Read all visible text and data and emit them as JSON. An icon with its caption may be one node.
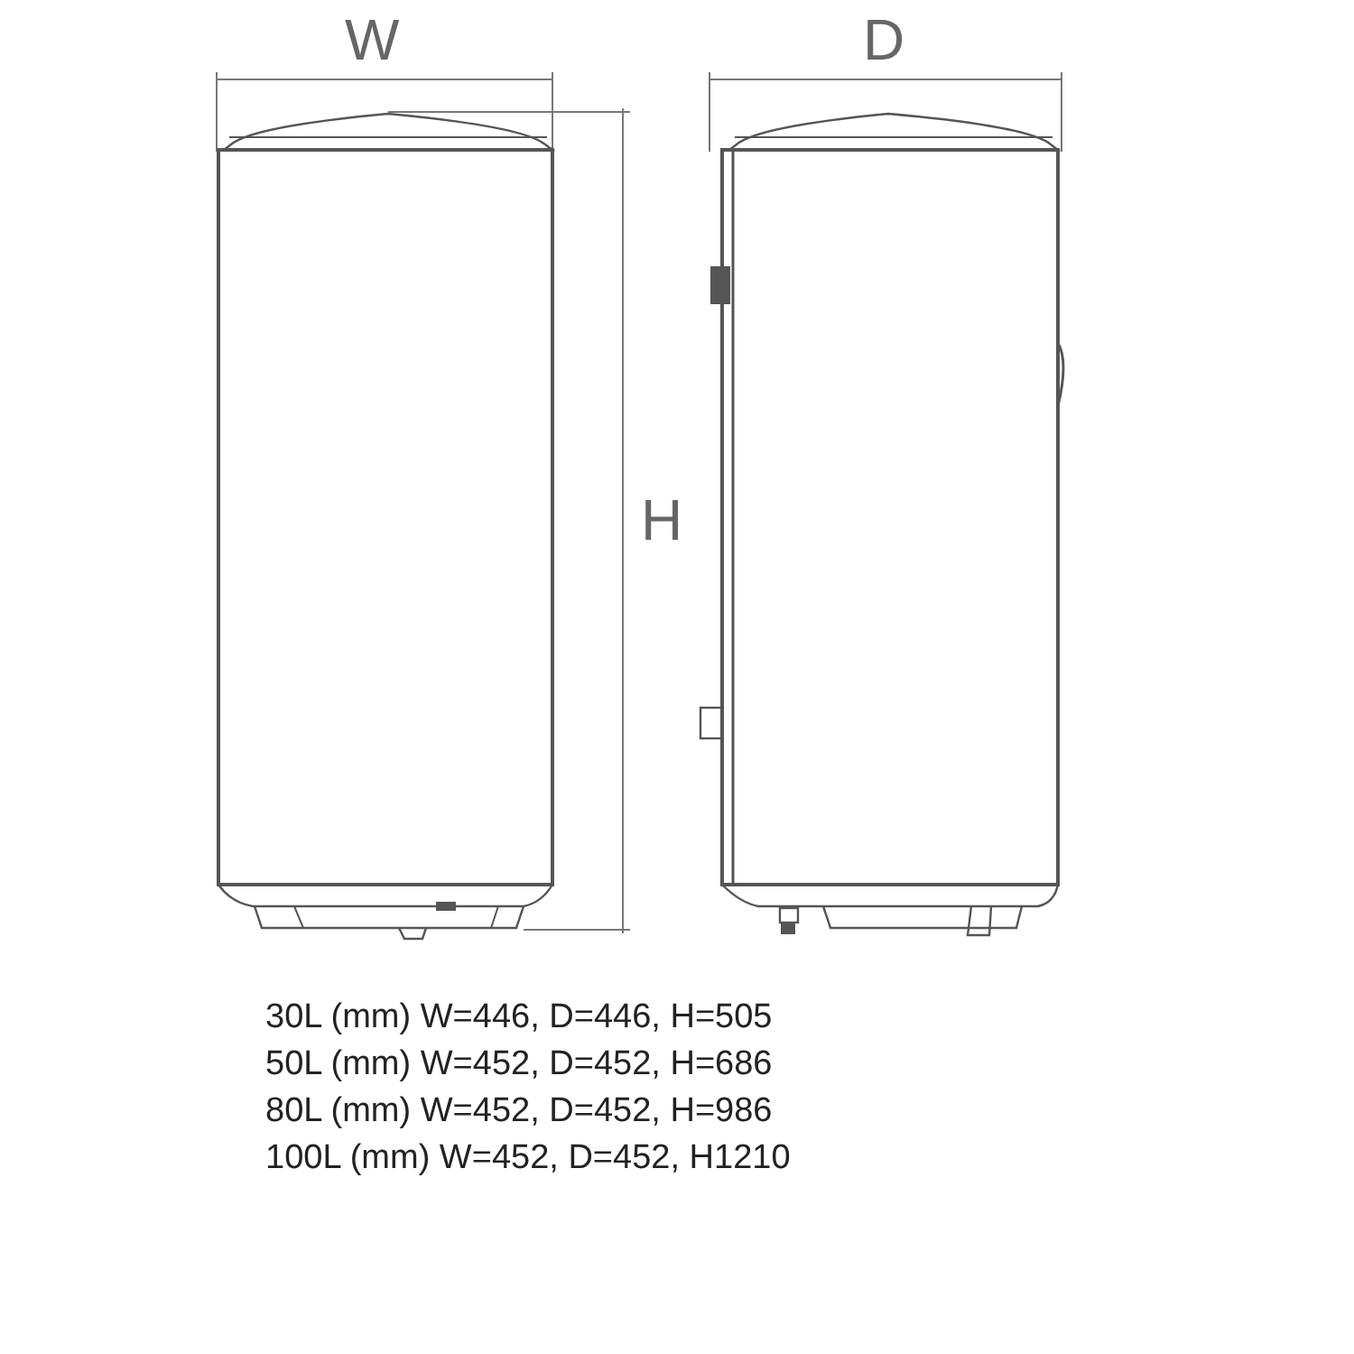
{
  "diagram": {
    "labels": [
      "W",
      "D",
      "H",
      "30L (mm) W=446, D=446, H=505",
      "50L (mm) W=452, D=452, H=686",
      "80L (mm) W=452, D=452, H=986",
      "100L (mm) W=452, D=452, H1210"
    ]
  }
}
